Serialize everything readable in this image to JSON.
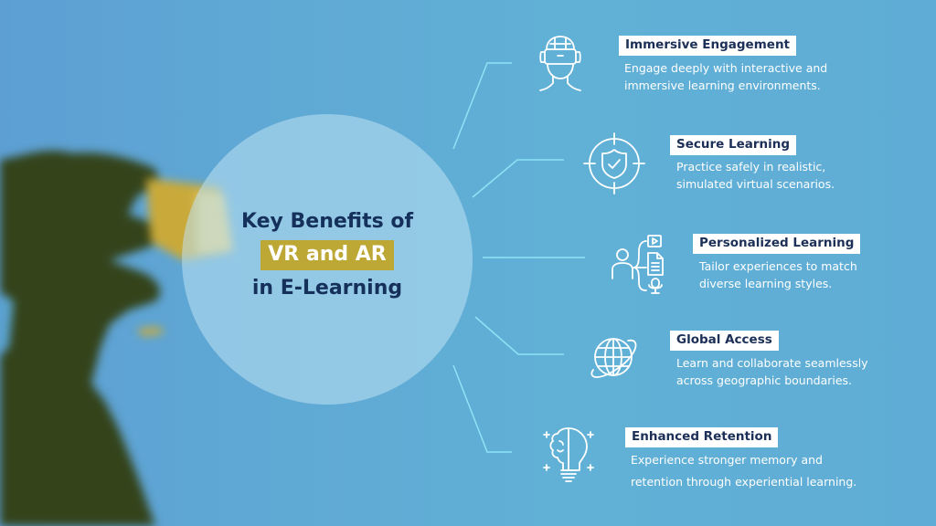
{
  "hero": {
    "line1": "Key Benefits of",
    "highlight": "VR and AR",
    "line3": "in E-Learning"
  },
  "colors": {
    "background": "#5fadd6",
    "circle": "#a9d4ec",
    "title_text": "#16305c",
    "highlight_bg": "#bda836",
    "connector": "#8ee3f5",
    "silhouette": "#34431a",
    "headset": "#c9a93a"
  },
  "benefits": [
    {
      "icon": "vr-headset-icon",
      "title": "Immersive Engagement",
      "desc_line1": "Engage deeply with interactive and",
      "desc_line2": "immersive learning environments."
    },
    {
      "icon": "shield-target-icon",
      "title": "Secure Learning",
      "desc_line1": "Practice safely in realistic,",
      "desc_line2": "simulated virtual scenarios."
    },
    {
      "icon": "personalized-content-icon",
      "title": "Personalized Learning",
      "desc_line1": "Tailor experiences to match",
      "desc_line2": "diverse learning styles."
    },
    {
      "icon": "globe-icon",
      "title": "Global Access",
      "desc_line1": "Learn and collaborate seamlessly",
      "desc_line2": "across geographic boundaries."
    },
    {
      "icon": "brain-lightbulb-icon",
      "title": "Enhanced Retention",
      "desc_line1": "Experience stronger memory and",
      "desc_line2": "retention through experiential learning."
    }
  ]
}
